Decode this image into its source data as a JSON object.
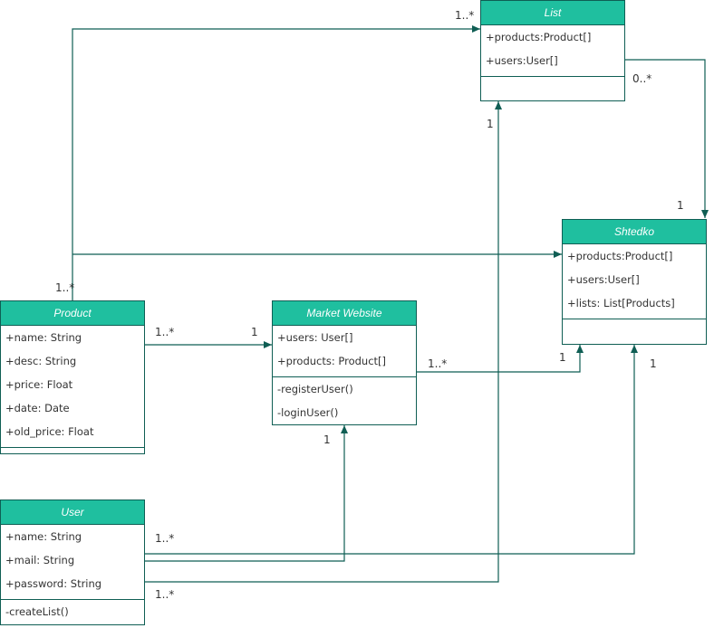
{
  "classes": {
    "list": {
      "title": "List",
      "attributes": [
        "+products:Product[]",
        "+users:User[]"
      ],
      "methods": []
    },
    "shtedko": {
      "title": "Shtedko",
      "attributes": [
        "+products:Product[]",
        "+users:User[]",
        "+lists: List[Products]"
      ],
      "methods": []
    },
    "product": {
      "title": "Product",
      "attributes": [
        "+name: String",
        "+desc: String",
        "+price: Float",
        "+date: Date",
        "+old_price: Float"
      ],
      "methods": []
    },
    "market": {
      "title": "Market Website",
      "attributes": [
        "+users: User[]",
        "+products: Product[]"
      ],
      "methods": [
        "-registerUser()",
        "-loginUser()"
      ]
    },
    "user": {
      "title": "User",
      "attributes": [
        "+name: String",
        "+mail: String",
        "+password: String"
      ],
      "methods": [
        "-createList()"
      ]
    }
  },
  "multiplicities": {
    "list_left": "1..*",
    "list_right": "0..*",
    "list_bottom": "1",
    "shtedko_top": "1",
    "product_top": "1..*",
    "product_right": "1..*",
    "market_left": "1",
    "market_right": "1..*",
    "shtedko_bottom_left": "1",
    "shtedko_bottom_right": "1",
    "market_bottom": "1",
    "user_upper": "1..*",
    "user_lower": "1..*"
  },
  "colors": {
    "header": "#1fbf9f",
    "line": "#0f5e54",
    "text": "#333333"
  }
}
